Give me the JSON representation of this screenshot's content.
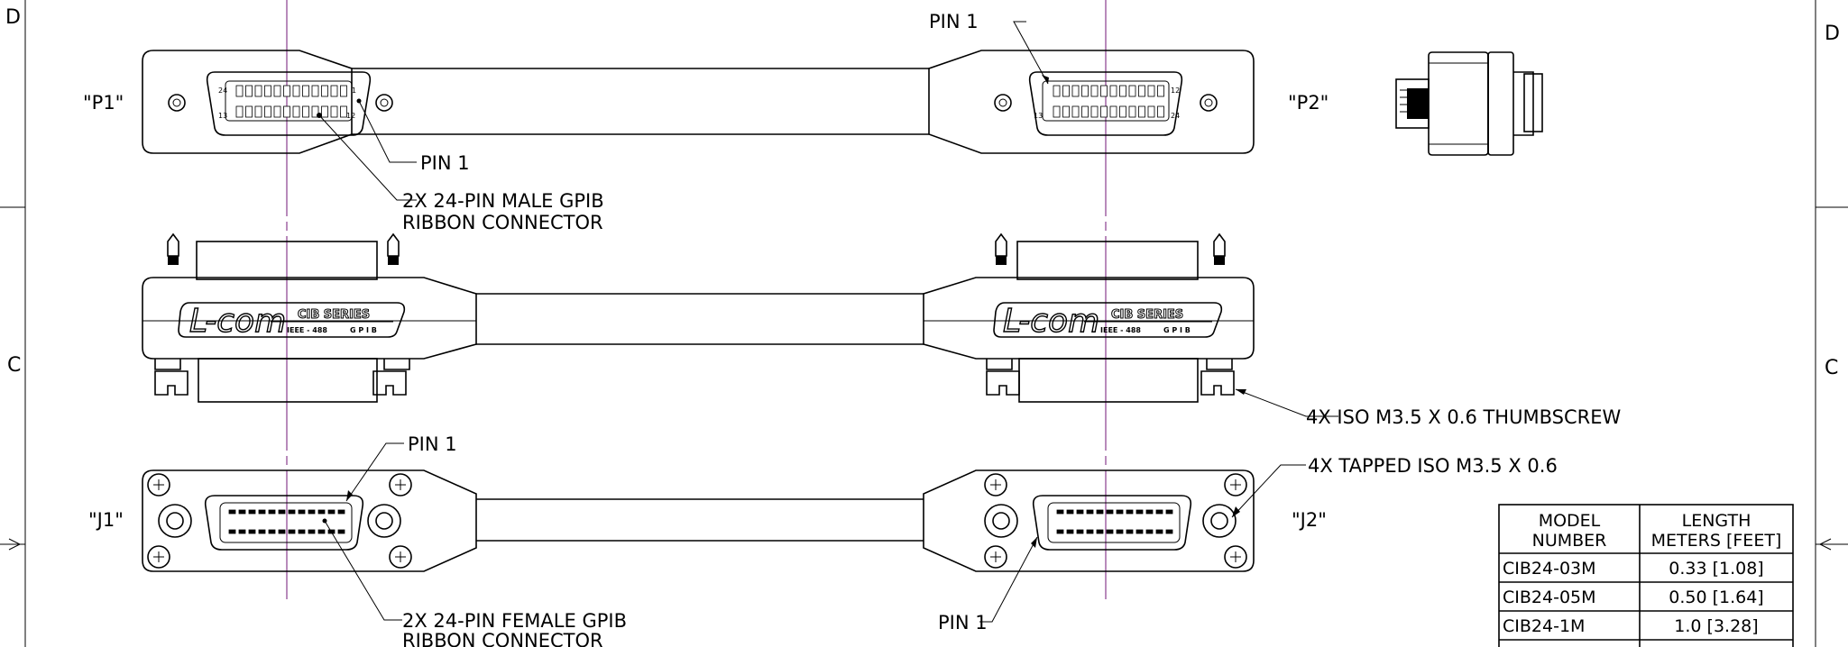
{
  "zones": {
    "d_left": "D",
    "d_right": "D",
    "c_left": "C",
    "c_right": "C"
  },
  "ends": {
    "p1": "\"P1\"",
    "p2": "\"P2\"",
    "j1": "\"J1\"",
    "j2": "\"J2\""
  },
  "callouts": {
    "pin1_p2": "PIN 1",
    "pin1_p1": "PIN 1",
    "male_line1": "2X 24-PIN MALE GPIB",
    "male_line2": "RIBBON CONNECTOR",
    "thumbscrew": "4X ISO M3.5 X 0.6 THUMBSCREW",
    "pin1_j1": "PIN 1",
    "tapped": "4X TAPPED ISO M3.5 X 0.6",
    "pin1_j2": "PIN 1",
    "female_line1": "2X 24-PIN FEMALE GPIB",
    "female_line2": "RIBBON CONNECTOR"
  },
  "label_plate": {
    "brand": "L-com",
    "series": "CIB SERIES",
    "standard": "IEEE - 488",
    "bus": "G P I B"
  },
  "pin_numbers": {
    "p_a": "24",
    "p_b": "13",
    "p_c": "1",
    "p_d": "12"
  },
  "table": {
    "headers": [
      [
        "MODEL",
        "NUMBER"
      ],
      [
        "LENGTH",
        "METERS [FEET]"
      ]
    ],
    "rows": [
      [
        "CIB24-03M",
        "0.33 [1.08]"
      ],
      [
        "CIB24-05M",
        "0.50 [1.64]"
      ],
      [
        "CIB24-1M",
        "1.0 [3.28]"
      ]
    ]
  }
}
